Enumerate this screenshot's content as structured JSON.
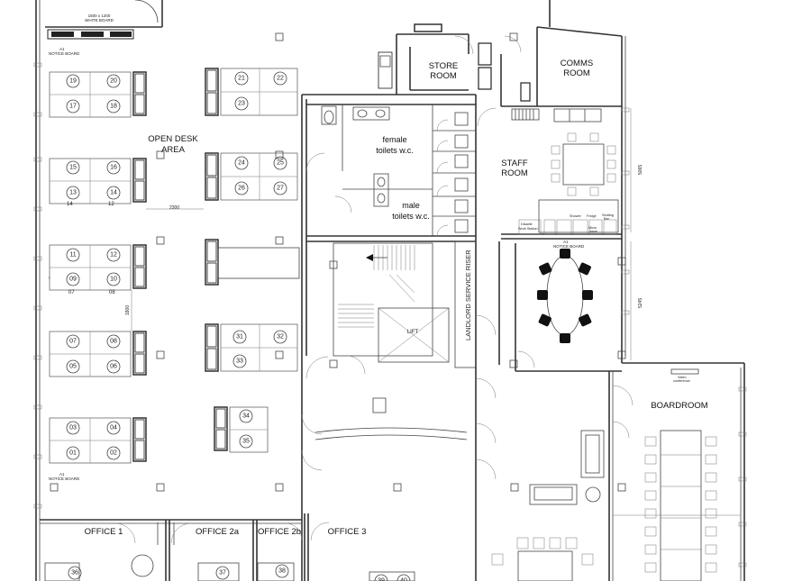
{
  "rooms": {
    "store_room": [
      "STORE",
      "ROOM"
    ],
    "comms_room": [
      "COMMS",
      "ROOM"
    ],
    "open_desk_area": [
      "OPEN DESK",
      "AREA"
    ],
    "female_toilets": [
      "female",
      "toilets w.c."
    ],
    "male_toilets": [
      "male",
      "toilets w.c."
    ],
    "staff_room": [
      "STAFF",
      "ROOM"
    ],
    "boardroom": "BOARDROOM",
    "office_1": "OFFICE 1",
    "office_2a": "OFFICE 2a",
    "office_2b": "OFFICE 2b",
    "office_3": "OFFICE 3",
    "lift": "LIFT",
    "riser": "LANDLORD SERVICE RISER"
  },
  "annotations": {
    "whiteboard": [
      "1500 x 1200",
      "WHITE BOARD"
    ],
    "notice_board": [
      "A1",
      "NOTICE BOARD"
    ],
    "dim_2300": "2300",
    "dim_5065": "5065",
    "dim_5245": "5245",
    "dim_1800": "1800",
    "video_conference": [
      "Video",
      "conference"
    ],
    "kitchen_items": [
      "Disable",
      "Work Station",
      "Shower",
      "Fridge",
      "Micro",
      "wave",
      "Seating",
      "Bar"
    ]
  },
  "desks": [
    {
      "id": "19"
    },
    {
      "id": "20"
    },
    {
      "id": "17"
    },
    {
      "id": "18"
    },
    {
      "id": "15"
    },
    {
      "id": "16"
    },
    {
      "id": "13"
    },
    {
      "id": "14"
    },
    {
      "id": "11"
    },
    {
      "id": "12"
    },
    {
      "id": "09"
    },
    {
      "id": "10"
    },
    {
      "id": "07"
    },
    {
      "id": "08"
    },
    {
      "id": "05"
    },
    {
      "id": "06"
    },
    {
      "id": "03"
    },
    {
      "id": "04"
    },
    {
      "id": "01"
    },
    {
      "id": "02"
    },
    {
      "id": "21"
    },
    {
      "id": "22"
    },
    {
      "id": "23"
    },
    {
      "id": "24"
    },
    {
      "id": "25"
    },
    {
      "id": "26"
    },
    {
      "id": "27"
    },
    {
      "id": "31"
    },
    {
      "id": "32"
    },
    {
      "id": "33"
    },
    {
      "id": "34"
    },
    {
      "id": "35"
    },
    {
      "id": "36"
    },
    {
      "id": "37"
    },
    {
      "id": "38"
    },
    {
      "id": "39"
    },
    {
      "id": "40"
    }
  ],
  "desk_sublabels": [
    "14",
    "12",
    "07",
    "08"
  ]
}
